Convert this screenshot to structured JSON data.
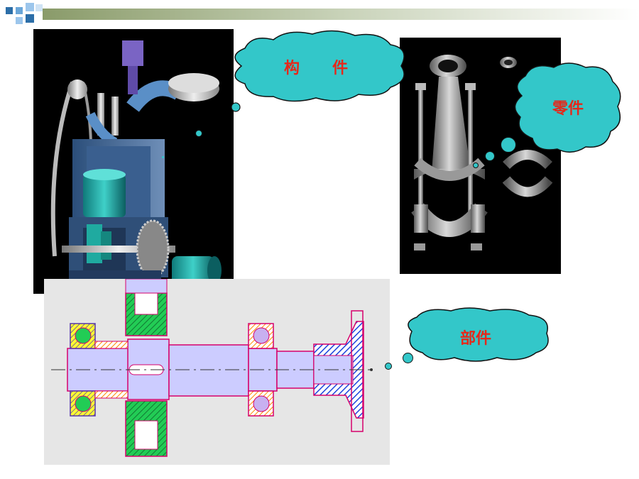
{
  "callouts": {
    "member": "构      件",
    "part": "零件",
    "component": "部件"
  },
  "colors": {
    "cloud_fill": "#33c7c9",
    "label_text": "#e5281a",
    "drawing_outline": "#d6006b",
    "drawing_fill": "#ccccff",
    "hatch_green": "#22cc55",
    "hatch_blue": "#1a44dd",
    "hatch_orange": "#ff8800",
    "bearing_yellow": "#ffff33"
  },
  "images": {
    "engine": "engine-cutaway-illustration",
    "connecting_rod": "connecting-rod-exploded-photo",
    "shaft_assembly": "shaft-assembly-engineering-drawing"
  }
}
